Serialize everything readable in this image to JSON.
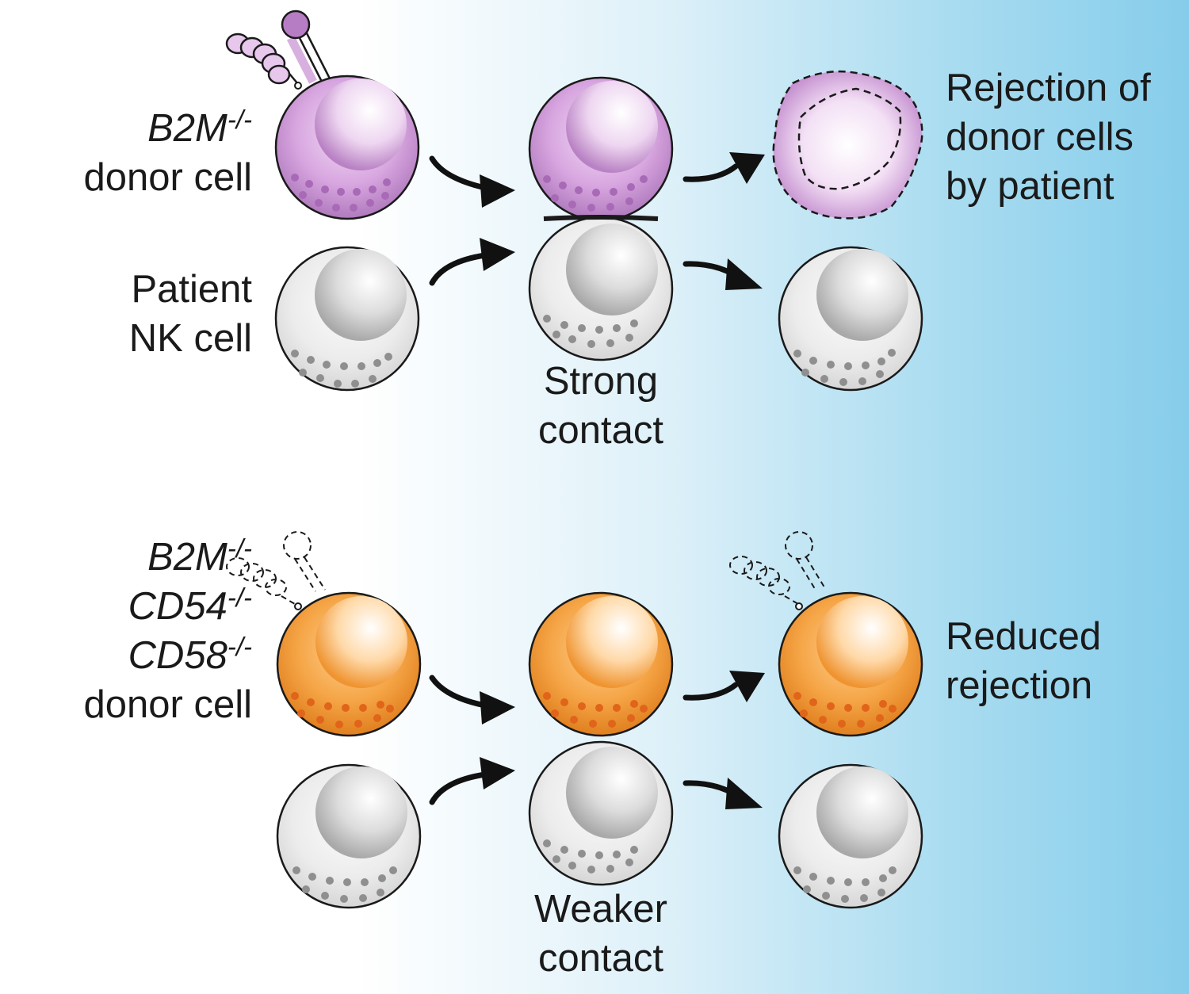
{
  "colors": {
    "donor_cell": "#c58fd1",
    "edited_donor_cell": "#f29a3a",
    "nk_cell": "#d4d4d4",
    "outline": "#1a1a1a",
    "arrow": "#111111"
  },
  "top_panel": {
    "donor_label": {
      "gene": "B2M",
      "superscript": "-/-",
      "line2": "donor cell"
    },
    "nk_label": {
      "line1": "Patient",
      "line2": "NK cell"
    },
    "contact_label": {
      "line1": "Strong",
      "line2": "contact"
    },
    "outcome_label": {
      "line1": "Rejection of",
      "line2": "donor cells",
      "line3": "by patient"
    }
  },
  "bottom_panel": {
    "donor_label": {
      "gene1": "B2M",
      "sup1": "-/-",
      "gene2": "CD54",
      "sup2": "-/-",
      "gene3": "CD58",
      "sup3": "-/-",
      "line4": "donor cell"
    },
    "contact_label": {
      "line1": "Weaker",
      "line2": "contact"
    },
    "outcome_label": {
      "line1": "Reduced",
      "line2": "rejection"
    }
  }
}
